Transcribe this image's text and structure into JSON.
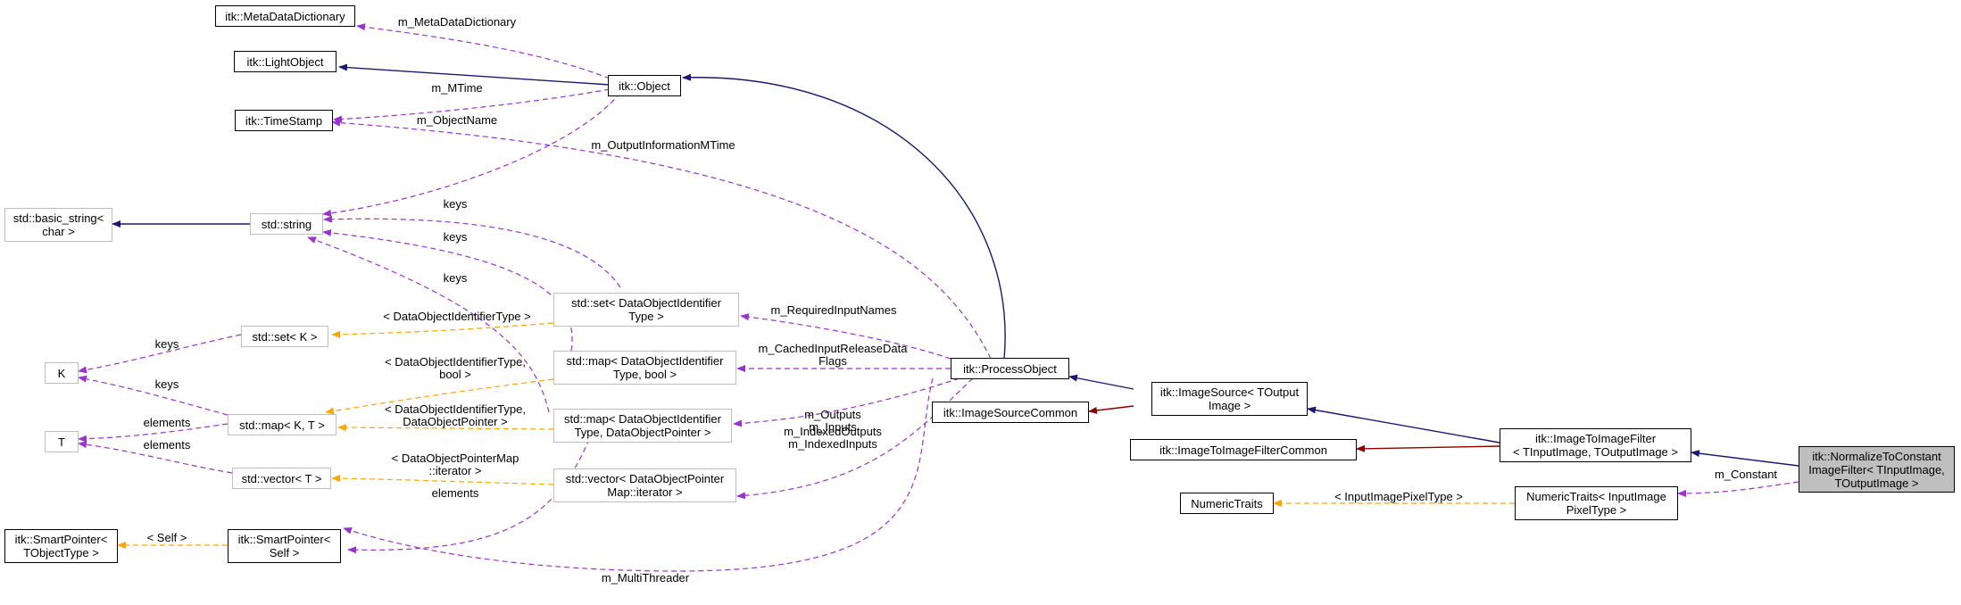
{
  "colors": {
    "inheritance": "#191970",
    "protected_inheritance": "#8b0000",
    "usage": "#9a32cd",
    "template": "#ffa500",
    "border_solid": "#000000",
    "border_grey": "#bfbfbf",
    "highlight_fill": "#bfbfbf"
  },
  "nodes": {
    "meta_data_dictionary": [
      "itk::MetaDataDictionary"
    ],
    "light_object": [
      "itk::LightObject"
    ],
    "time_stamp": [
      "itk::TimeStamp"
    ],
    "itk_object": [
      "itk::Object"
    ],
    "basic_string": [
      "std::basic_string<",
      "char >"
    ],
    "std_string": [
      "std::string"
    ],
    "set_k": [
      "std::set< K >"
    ],
    "k": [
      "K"
    ],
    "map_kt": [
      "std::map< K, T >"
    ],
    "t": [
      "T"
    ],
    "vector_t": [
      "std::vector< T >"
    ],
    "smartptr_tobject": [
      "itk::SmartPointer<",
      "TObjectType >"
    ],
    "smartptr_self": [
      "itk::SmartPointer<",
      "Self >"
    ],
    "set_doid": [
      "std::set< DataObjectIdentifier",
      "Type >"
    ],
    "map_doid_bool": [
      "std::map< DataObjectIdentifier",
      "Type, bool >"
    ],
    "map_doid_ptr": [
      "std::map< DataObjectIdentifier",
      "Type, DataObjectPointer >"
    ],
    "vector_dopm": [
      "std::vector< DataObjectPointer",
      "Map::iterator >"
    ],
    "process_object": [
      "itk::ProcessObject"
    ],
    "image_source_common": [
      "itk::ImageSourceCommon"
    ],
    "image_source": [
      "itk::ImageSource< TOutput",
      "Image >"
    ],
    "iti_filter_common": [
      "itk::ImageToImageFilterCommon"
    ],
    "iti_filter": [
      "itk::ImageToImageFilter",
      "< TInputImage, TOutputImage >"
    ],
    "numeric_traits": [
      "NumericTraits"
    ],
    "numeric_traits_input": [
      "NumericTraits< InputImage",
      "PixelType >"
    ],
    "normalize_filter": [
      "itk::NormalizeToConstant",
      "ImageFilter< TInputImage,",
      "TOutputImage >"
    ]
  },
  "edge_labels": {
    "m_meta_data_dictionary": [
      "m_MetaDataDictionary"
    ],
    "m_mtime": [
      "m_MTime"
    ],
    "m_object_name": [
      "m_ObjectName"
    ],
    "m_output_information_mtime": [
      "m_OutputInformationMTime"
    ],
    "keys_set": [
      "keys"
    ],
    "keys_map_bool": [
      "keys"
    ],
    "keys_map_ptr": [
      "keys"
    ],
    "keys_k_set": [
      "keys"
    ],
    "keys_k_map": [
      "keys"
    ],
    "elements_map": [
      "elements"
    ],
    "elements_vector": [
      "elements"
    ],
    "elements_smart": [
      "elements"
    ],
    "m_required_input_names": [
      "m_RequiredInputNames"
    ],
    "m_cached_flags": [
      "m_CachedInputReleaseData",
      "Flags"
    ],
    "m_outputs_inputs": [
      "m_Outputs",
      "m_Inputs"
    ],
    "m_indexed": [
      "m_IndexedOutputs",
      "m_IndexedInputs"
    ],
    "m_multi_threader": [
      "m_MultiThreader"
    ],
    "m_constant": [
      "m_Constant"
    ],
    "tpl_doid_type": [
      "< DataObjectIdentifierType >"
    ],
    "tpl_doid_bool": [
      "< DataObjectIdentifierType,",
      "bool >"
    ],
    "tpl_doid_ptr": [
      "< DataObjectIdentifierType,",
      "DataObjectPointer >"
    ],
    "tpl_dopm_iter": [
      "< DataObjectPointerMap",
      "::iterator >"
    ],
    "tpl_self": [
      "< Self >"
    ],
    "tpl_input_pixel": [
      "< InputImagePixelType >"
    ]
  }
}
